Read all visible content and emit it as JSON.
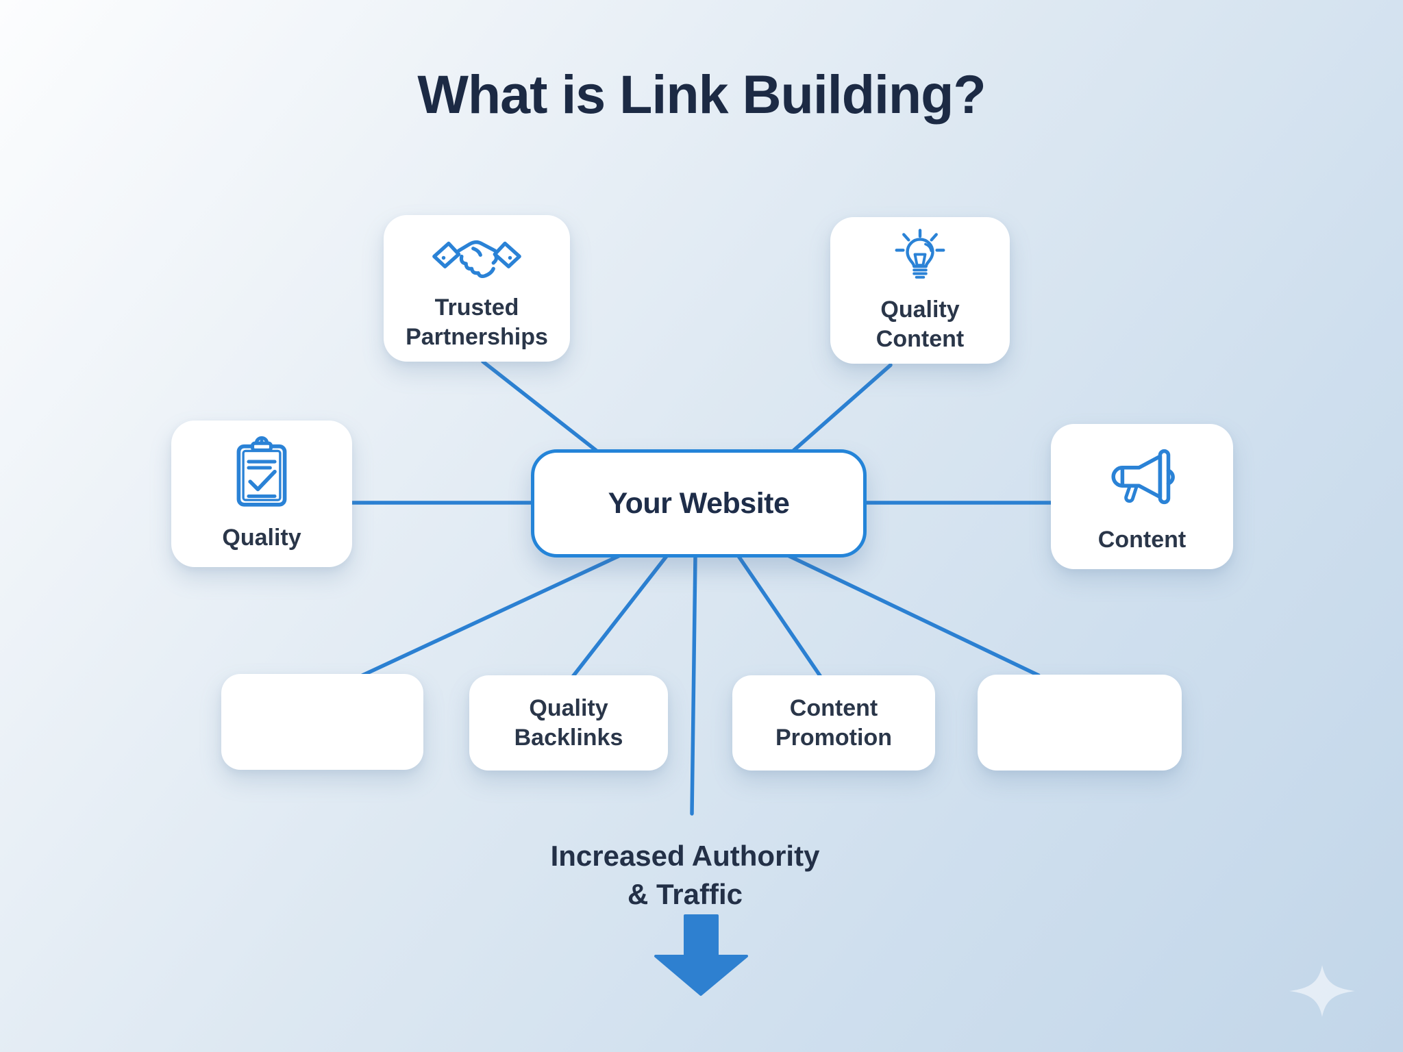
{
  "title": "What is Link Building?",
  "center_node": {
    "label": "Your Website"
  },
  "cards": {
    "trusted": {
      "label": "Trusted Partnerships",
      "icon": "handshake-icon"
    },
    "quality_content": {
      "label": "Quality Content",
      "icon": "lightbulb-icon"
    },
    "quality": {
      "label": "Quality",
      "icon": "clipboard-check-icon"
    },
    "content": {
      "label": "Content",
      "icon": "megaphone-icon"
    },
    "empty_left": {
      "label": ""
    },
    "quality_backlinks": {
      "label": "Quality Backlinks"
    },
    "content_promotion": {
      "label": "Content Promotion"
    },
    "empty_right": {
      "label": ""
    }
  },
  "outcome": {
    "line1": "Increased Authority",
    "line2": "& Traffic"
  },
  "decorations": {
    "arrow": "down-arrow-icon",
    "watermark": "sparkle-icon"
  },
  "colors": {
    "connector_blue": "#2b80d2",
    "icon_blue": "#2a82d6",
    "center_border_blue": "#2484d8",
    "arrow_blue": "#2e80d0",
    "title_text": "#1c2a44",
    "label_text": "#2a3649",
    "background_top_left": "#fcfdfe",
    "background_bottom_right": "#c2d6e9"
  }
}
